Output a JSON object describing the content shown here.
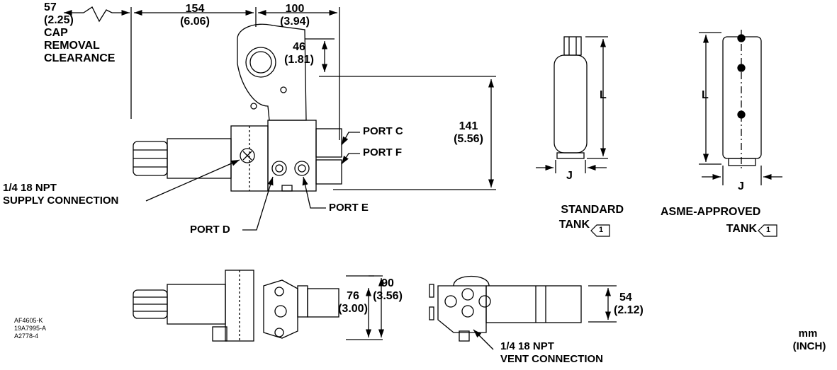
{
  "dimensions": {
    "cap_clearance": [
      "57",
      "(2.25)",
      "CAP",
      "REMOVAL",
      "CLEARANCE"
    ],
    "top_width": [
      "154",
      "(6.06)"
    ],
    "top_right_width": [
      "100",
      "(3.94)"
    ],
    "top_offset": [
      "46",
      "(1.81)"
    ],
    "height": [
      "141",
      "(5.56)"
    ],
    "bottom_depth_inner": [
      "76",
      "(3.00)"
    ],
    "bottom_depth_outer": [
      "90",
      "(3.56)"
    ],
    "right_height": [
      "54",
      "(2.12)"
    ],
    "tank_length": "L",
    "tank_width": "J"
  },
  "callouts": {
    "port_c": "PORT C",
    "port_f": "PORT F",
    "port_e": "PORT E",
    "port_d": "PORT D",
    "supply": [
      "1/4 18 NPT",
      "SUPPLY CONNECTION"
    ],
    "vent": [
      "1/4 18 NPT",
      "VENT CONNECTION"
    ]
  },
  "tanks": {
    "standard": [
      "STANDARD",
      "TANK"
    ],
    "asme": [
      "ASME-APPROVED",
      "TANK"
    ],
    "note_number": "1"
  },
  "drawing_ids": [
    "AF4605-K",
    "19A7995-A",
    "A2778-4"
  ],
  "units": [
    "mm",
    "(INCH)"
  ]
}
